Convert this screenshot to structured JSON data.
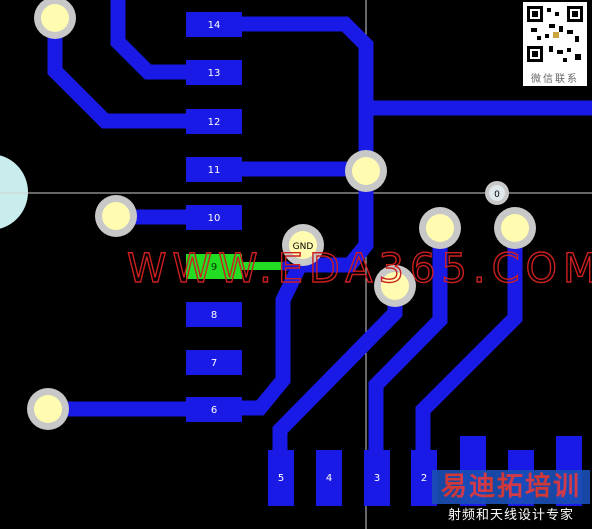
{
  "pcb": {
    "background": "#000000",
    "trace_color": "#1a1ae6",
    "pad_color": "#1a1ae6",
    "selected_pad_color": "#22dd22",
    "via_fill": "#fffbb0",
    "via_ring": "#c8c8c8",
    "crosshair_color": "#cfcfcf",
    "pads_left": [
      {
        "label": "14"
      },
      {
        "label": "13"
      },
      {
        "label": "12"
      },
      {
        "label": "11"
      },
      {
        "label": "10"
      },
      {
        "label": "9",
        "selected": true
      },
      {
        "label": "8"
      },
      {
        "label": "7"
      },
      {
        "label": "6"
      }
    ],
    "pads_bottom": [
      {
        "label": "5"
      },
      {
        "label": "4"
      },
      {
        "label": "3"
      },
      {
        "label": "2"
      }
    ],
    "gnd_via_label": "GND",
    "marker_label": "0"
  },
  "watermark": {
    "text": "WWW.EDA365.COM",
    "color": "#cc1f1f"
  },
  "qr": {
    "caption": "微信联系"
  },
  "logo": {
    "title": "易迪拓培训",
    "subtitle": "射频和天线设计专家"
  }
}
